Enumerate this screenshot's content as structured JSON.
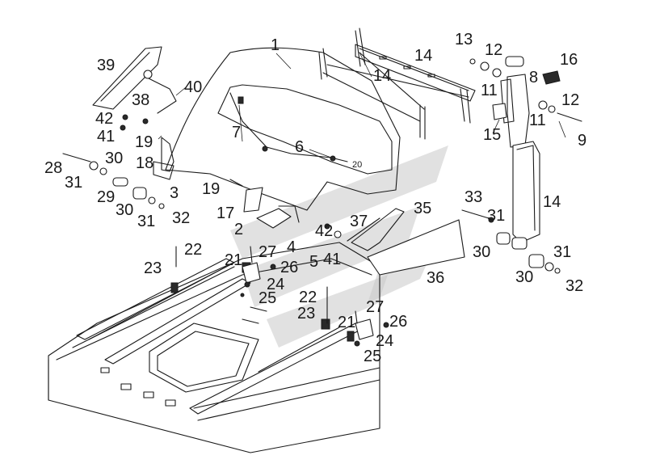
{
  "diagram": {
    "callouts": [
      {
        "id": "c1",
        "text": "1"
      },
      {
        "id": "c2",
        "text": "2"
      },
      {
        "id": "c3",
        "text": "3"
      },
      {
        "id": "c4",
        "text": "4"
      },
      {
        "id": "c5",
        "text": "5"
      },
      {
        "id": "c6",
        "text": "6"
      },
      {
        "id": "c7",
        "text": "7"
      },
      {
        "id": "c8",
        "text": "8"
      },
      {
        "id": "c9",
        "text": "9"
      },
      {
        "id": "c11a",
        "text": "11"
      },
      {
        "id": "c11b",
        "text": "11"
      },
      {
        "id": "c12a",
        "text": "12"
      },
      {
        "id": "c12b",
        "text": "12"
      },
      {
        "id": "c13",
        "text": "13"
      },
      {
        "id": "c14a",
        "text": "14"
      },
      {
        "id": "c14b",
        "text": "14"
      },
      {
        "id": "c14c",
        "text": "14"
      },
      {
        "id": "c15",
        "text": "15"
      },
      {
        "id": "c16",
        "text": "16"
      },
      {
        "id": "c17",
        "text": "17"
      },
      {
        "id": "c18",
        "text": "18"
      },
      {
        "id": "c19a",
        "text": "19"
      },
      {
        "id": "c19b",
        "text": "19"
      },
      {
        "id": "c20",
        "text": "20"
      },
      {
        "id": "c21a",
        "text": "21"
      },
      {
        "id": "c21b",
        "text": "21"
      },
      {
        "id": "c22a",
        "text": "22"
      },
      {
        "id": "c22b",
        "text": "22"
      },
      {
        "id": "c23a",
        "text": "23"
      },
      {
        "id": "c23b",
        "text": "23"
      },
      {
        "id": "c24a",
        "text": "24"
      },
      {
        "id": "c24b",
        "text": "24"
      },
      {
        "id": "c25a",
        "text": "25"
      },
      {
        "id": "c25b",
        "text": "25"
      },
      {
        "id": "c26a",
        "text": "26"
      },
      {
        "id": "c26b",
        "text": "26"
      },
      {
        "id": "c27a",
        "text": "27"
      },
      {
        "id": "c27b",
        "text": "27"
      },
      {
        "id": "c28",
        "text": "28"
      },
      {
        "id": "c29",
        "text": "29"
      },
      {
        "id": "c30a",
        "text": "30"
      },
      {
        "id": "c30b",
        "text": "30"
      },
      {
        "id": "c30c",
        "text": "30"
      },
      {
        "id": "c30d",
        "text": "30"
      },
      {
        "id": "c31a",
        "text": "31"
      },
      {
        "id": "c31b",
        "text": "31"
      },
      {
        "id": "c31c",
        "text": "31"
      },
      {
        "id": "c31d",
        "text": "31"
      },
      {
        "id": "c32a",
        "text": "32"
      },
      {
        "id": "c32b",
        "text": "32"
      },
      {
        "id": "c33",
        "text": "33"
      },
      {
        "id": "c35",
        "text": "35"
      },
      {
        "id": "c36",
        "text": "36"
      },
      {
        "id": "c37",
        "text": "37"
      },
      {
        "id": "c38",
        "text": "38"
      },
      {
        "id": "c39",
        "text": "39"
      },
      {
        "id": "c40",
        "text": "40"
      },
      {
        "id": "c41a",
        "text": "41"
      },
      {
        "id": "c41b",
        "text": "41"
      },
      {
        "id": "c42a",
        "text": "42"
      },
      {
        "id": "c42b",
        "text": "42"
      }
    ]
  }
}
